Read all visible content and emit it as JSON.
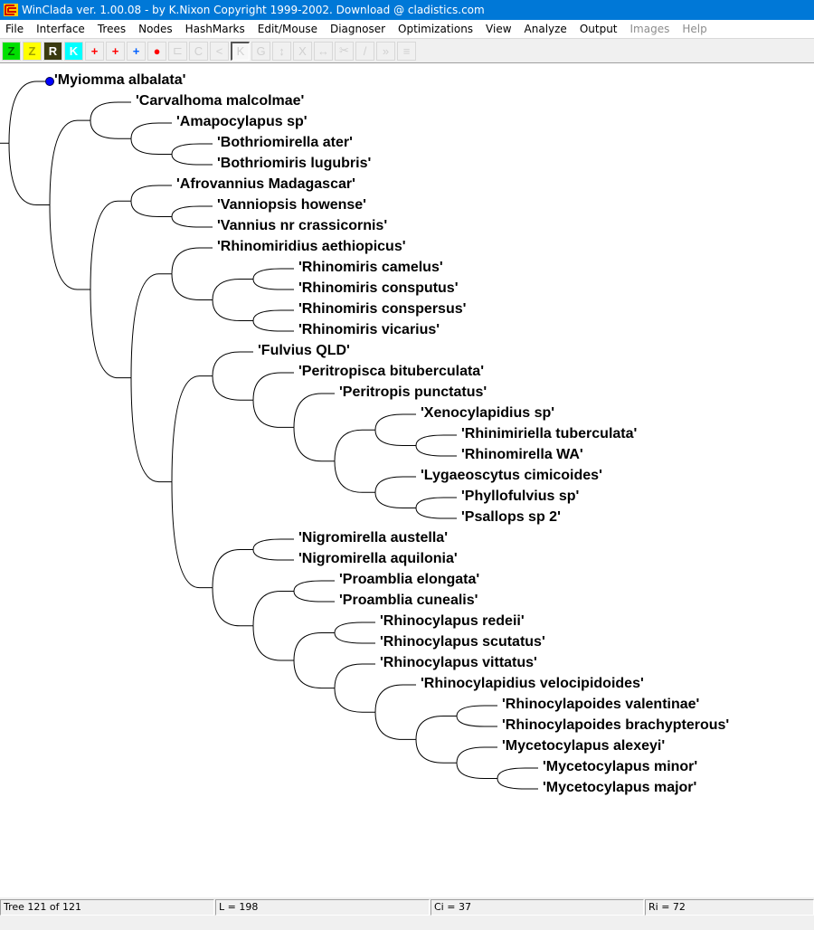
{
  "window": {
    "title": "WinClada ver. 1.00.08  - by K.Nixon Copyright 1999-2002. Download @ cladistics.com",
    "app_icon": "winclada-logo-icon"
  },
  "menu": [
    {
      "label": "File",
      "enabled": true
    },
    {
      "label": "Interface",
      "enabled": true
    },
    {
      "label": "Trees",
      "enabled": true
    },
    {
      "label": "Nodes",
      "enabled": true
    },
    {
      "label": "HashMarks",
      "enabled": true
    },
    {
      "label": "Edit/Mouse",
      "enabled": true
    },
    {
      "label": "Diagnoser",
      "enabled": true
    },
    {
      "label": "Optimizations",
      "enabled": true
    },
    {
      "label": "View",
      "enabled": true
    },
    {
      "label": "Analyze",
      "enabled": true
    },
    {
      "label": "Output",
      "enabled": true
    },
    {
      "label": "Images",
      "enabled": false
    },
    {
      "label": "Help",
      "enabled": false
    }
  ],
  "toolbar": [
    {
      "icon": "z-green-icon",
      "glyph": "Z",
      "bg": "#00e000",
      "fg": "#006000",
      "enabled": true
    },
    {
      "icon": "z-yellow-icon",
      "glyph": "Z",
      "bg": "#ffff00",
      "fg": "#a0a000",
      "enabled": true
    },
    {
      "icon": "r-dark-icon",
      "glyph": "R",
      "bg": "#3a3a10",
      "fg": "#ffffff",
      "enabled": true
    },
    {
      "icon": "x-cyan-icon",
      "glyph": "K",
      "bg": "#00ffff",
      "fg": "#ffffff",
      "enabled": true
    },
    {
      "icon": "hashmark-red-up-icon",
      "glyph": "+",
      "bg": "#f0f0f0",
      "fg": "#ff0000",
      "enabled": true
    },
    {
      "icon": "hashmark-red-down-icon",
      "glyph": "+",
      "bg": "#f0f0f0",
      "fg": "#ff0000",
      "enabled": true
    },
    {
      "icon": "hashmark-blue-icon",
      "glyph": "+",
      "bg": "#f0f0f0",
      "fg": "#0060ff",
      "enabled": true
    },
    {
      "icon": "red-blob-icon",
      "glyph": "●",
      "bg": "#f0f0f0",
      "fg": "#ff0000",
      "enabled": true
    },
    {
      "icon": "tree-icon",
      "glyph": "⊏",
      "enabled": false
    },
    {
      "icon": "collapse-icon",
      "glyph": "C",
      "enabled": false
    },
    {
      "icon": "swap-icon",
      "glyph": "<",
      "enabled": false
    },
    {
      "icon": "select-icon",
      "glyph": "K",
      "enabled": false,
      "pressed": true
    },
    {
      "icon": "copy-icon",
      "glyph": "G",
      "enabled": false
    },
    {
      "icon": "vertical-arrow-icon",
      "glyph": "↕",
      "enabled": false
    },
    {
      "icon": "x-branch-icon",
      "glyph": "X",
      "enabled": false
    },
    {
      "icon": "horizontal-arrow-icon",
      "glyph": "↔",
      "enabled": false
    },
    {
      "icon": "cut-icon",
      "glyph": "✂",
      "enabled": false
    },
    {
      "icon": "slash-icon",
      "glyph": "/",
      "enabled": false
    },
    {
      "icon": "chevron-icon",
      "glyph": "»",
      "enabled": false
    },
    {
      "icon": "list-icon",
      "glyph": "≡",
      "enabled": false
    }
  ],
  "tree": {
    "highlight_node_color": "#0000ff",
    "taxa": [
      "'Myiomma albalata'",
      "'Carvalhoma malcolmae'",
      "'Amapocylapus sp'",
      "'Bothriomirella ater'",
      "'Bothriomiris lugubris'",
      "'Afrovannius Madagascar'",
      "'Vanniopsis howense'",
      "'Vannius nr crassicornis'",
      "'Rhinomiridius aethiopicus'",
      "'Rhinomiris camelus'",
      "'Rhinomiris consputus'",
      "'Rhinomiris conspersus'",
      "'Rhinomiris vicarius'",
      "'Fulvius QLD'",
      "'Peritropisca bituberculata'",
      "'Peritropis punctatus'",
      "'Xenocylapidius sp'",
      "'Rhinimiriella tuberculata'",
      "'Rhinomirella WA'",
      "'Lygaeoscytus cimicoides'",
      "'Phyllofulvius sp'",
      "'Psallops sp 2'",
      "'Nigromirella austella'",
      "'Nigromirella aquilonia'",
      "'Proamblia elongata'",
      "'Proamblia cunealis'",
      "'Rhinocylapus redeii'",
      "'Rhinocylapus scutatus'",
      "'Rhinocylapus vittatus'",
      "'Rhinocylapidius velocipidoides'",
      "'Rhinocylapoides valentinae'",
      "'Rhinocylapoides brachypterous'",
      "'Mycetocylapus alexeyi'",
      "'Mycetocylapus minor'",
      "'Mycetocylapus major'"
    ],
    "newick_indices": [
      0,
      [
        [
          1,
          [
            2,
            [
              3,
              4
            ]
          ]
        ],
        [
          [
            5,
            [
              6,
              7
            ]
          ],
          [
            [
              8,
              [
                [
                  9,
                  10
                ],
                [
                  11,
                  12
                ]
              ]
            ],
            [
              [
                13,
                [
                  14,
                  [
                    15,
                    [
                      [
                        16,
                        [
                          17,
                          18
                        ]
                      ],
                      [
                        19,
                        [
                          20,
                          21
                        ]
                      ]
                    ]
                  ]
                ]
              ],
              [
                [
                  22,
                  23
                ],
                [
                  [
                    24,
                    25
                  ],
                  [
                    [
                      26,
                      27
                    ],
                    [
                      28,
                      [
                        29,
                        [
                          [
                            30,
                            31
                          ],
                          [
                            32,
                            [
                              33,
                              34
                            ]
                          ]
                        ]
                      ]
                    ]
                  ]
                ]
              ]
            ]
          ]
        ]
      ]
    ],
    "highlighted_taxon": "'Myiomma albalata'"
  },
  "status": {
    "tree": "Tree 121 of 121",
    "length": "L = 198",
    "ci": "Ci = 37",
    "ri": "Ri = 72"
  }
}
